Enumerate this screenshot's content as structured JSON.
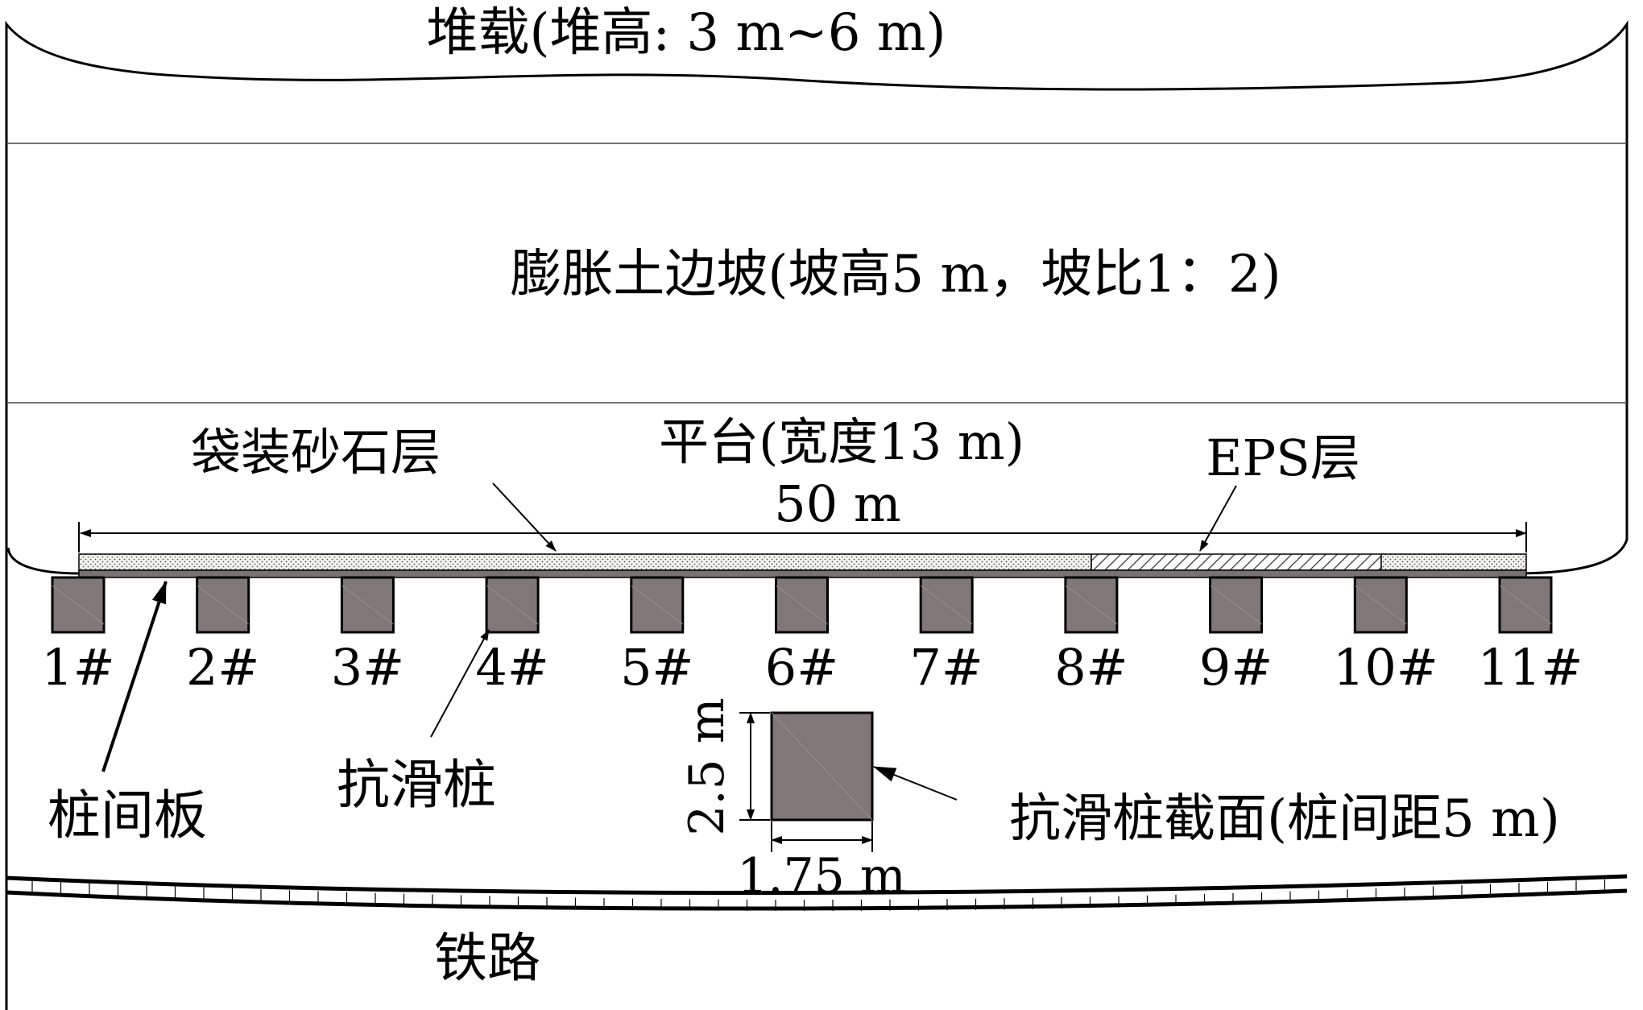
{
  "labels": {
    "surcharge": "堆载(堆高: 3 m~6 m)",
    "slope": "膨胀土边坡(坡高5 m，坡比1：2)",
    "platform": "平台(宽度13 m)",
    "gravel_layer": "袋装砂石层",
    "eps_layer": "EPS层",
    "span": "50 m",
    "lagging_plate": "桩间板",
    "anti_slide_pile": "抗滑桩",
    "pile_section": "抗滑桩截面(桩间距5 m)",
    "section_height": "2.5 m",
    "section_width": "1.75 m",
    "railway": "铁路"
  },
  "piles": [
    "1#",
    "2#",
    "3#",
    "4#",
    "5#",
    "6#",
    "7#",
    "8#",
    "9#",
    "10#",
    "11#"
  ],
  "colors": {
    "pile_fill": "#807878",
    "layer_fill": "#f2f0ea",
    "line": "#000000"
  }
}
